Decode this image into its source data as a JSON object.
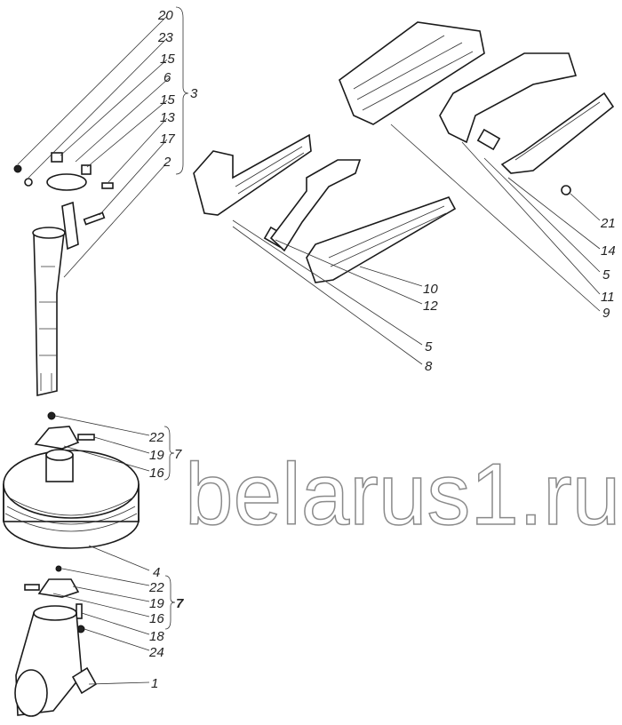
{
  "watermark": "belarus1.ru",
  "callouts": {
    "air_cleaner_top": [
      "20",
      "23",
      "15",
      "6",
      "15",
      "13",
      "17",
      "2"
    ],
    "group_air_cleaner_top": "3",
    "manifold_right": [
      "21",
      "14",
      "5",
      "11",
      "9"
    ],
    "manifold_middle": [
      "10",
      "12",
      "5",
      "8"
    ],
    "clamp_upper": [
      "22",
      "19",
      "16"
    ],
    "group_clamp_upper": "7",
    "filter": "4",
    "clamp_lower": [
      "22",
      "19",
      "16",
      "18",
      "24"
    ],
    "group_clamp_lower": "7",
    "elbow": "1"
  }
}
